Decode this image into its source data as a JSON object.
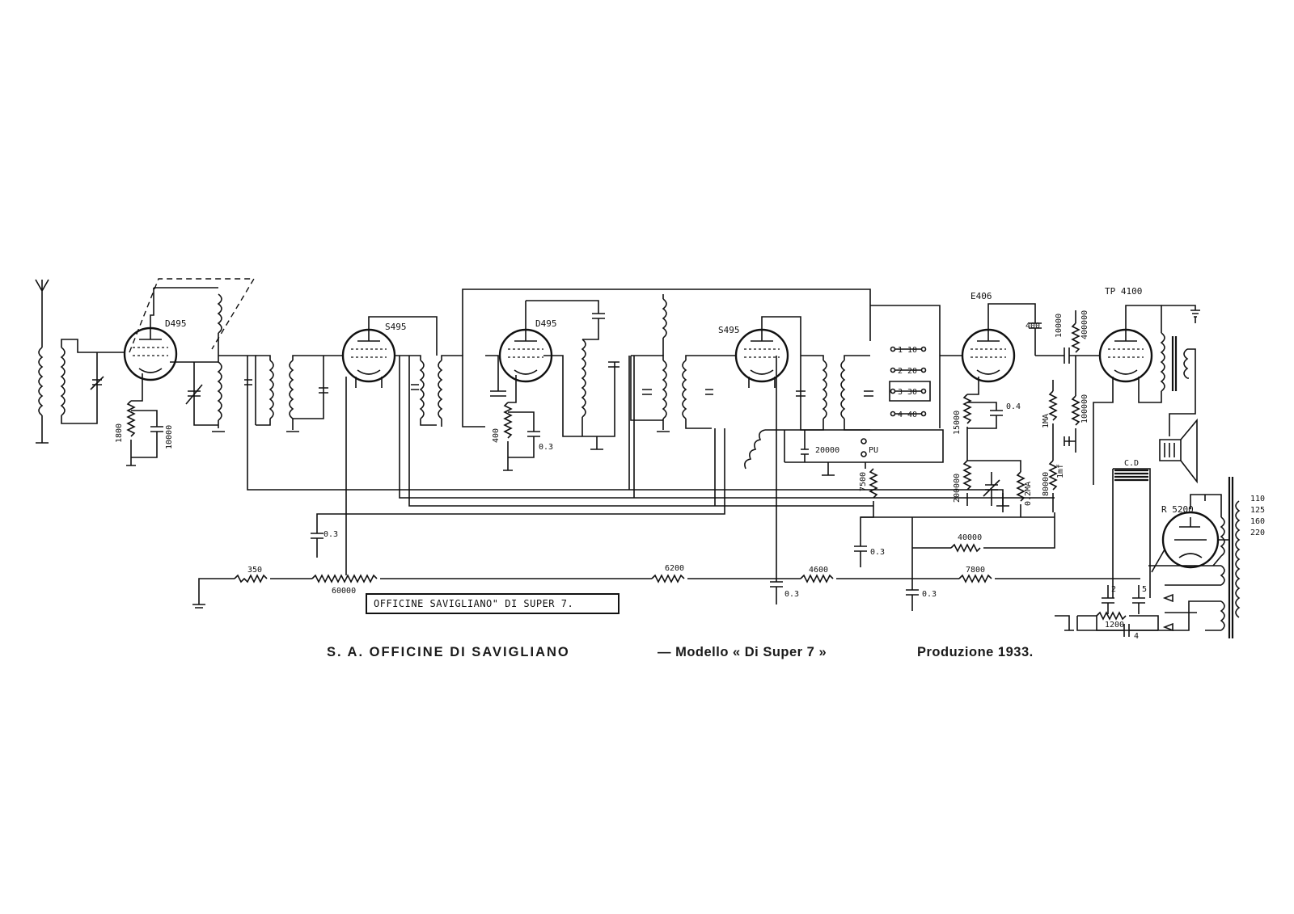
{
  "caption": {
    "company": "S. A. OFFICINE DI SAVIGLIANO",
    "model": "— Modello « Di Super 7 »",
    "year": "Produzione 1933."
  },
  "label_box": "OFFICINE SAVIGLIANO\" DI SUPER 7.",
  "tubes": [
    "D495",
    "S495",
    "D495",
    "S495",
    "E406",
    "TP 4100"
  ],
  "component_labels": {
    "r_1800": "1800",
    "c_10000": "10000",
    "r_400": "400",
    "c_03_a": "0.3",
    "c_20000": "20000",
    "pu": "PU",
    "r_7500": "7500",
    "r_15000": "15000",
    "c_04": "0.4",
    "r_200000": "200000",
    "r_02ma": "0.2MA",
    "c_400": "400",
    "c_10000_b": "10000",
    "r_1ma": "1MA",
    "r_100000": "100000",
    "r_80000": "80000",
    "c_1mf": "1mf",
    "r_400000": "400000",
    "r_350": "350",
    "r_60000": "60000",
    "r_6200": "6200",
    "r_4600": "4600",
    "r_7800": "7800",
    "r_40000": "40000",
    "c_03_b": "0.3",
    "c_03_c": "0.3",
    "c_03_d": "0.3",
    "c_03_e": "0.3",
    "cd": "C.D",
    "r_5200": "R 5200",
    "r_1200": "1200",
    "cap_2": "2",
    "cap_5": "5",
    "cap_4": "4",
    "sw_1": "1",
    "sw_2": "2",
    "sw_3": "3",
    "sw_4": "4",
    "sw_10": "10",
    "sw_20": "20",
    "sw_30": "30",
    "sw_40": "40",
    "v_110": "110",
    "v_125": "125",
    "v_160": "160",
    "v_220": "220"
  }
}
